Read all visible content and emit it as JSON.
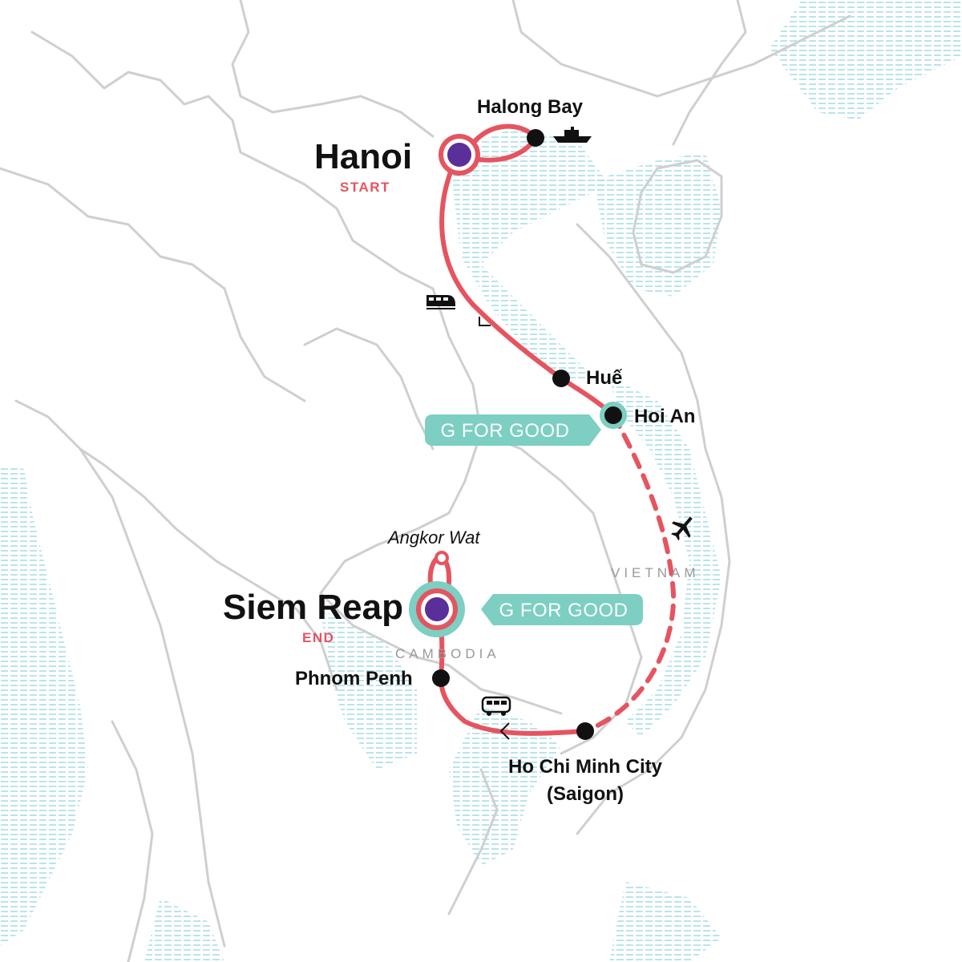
{
  "colors": {
    "route": "#e5545f",
    "teal": "#7ccfc2",
    "start_dot": "#5b2f9a",
    "border": "#cfcfcf",
    "water_hatch": "#a9dde6"
  },
  "start": {
    "name": "Hanoi",
    "tag": "START"
  },
  "end": {
    "name": "Siem Reap",
    "tag": "END"
  },
  "stops": {
    "halong": "Halong Bay",
    "hue": "Huế",
    "hoian": "Hoi An",
    "phnompenh": "Phnom Penh",
    "hcmc_line1": "Ho Chi Minh City",
    "hcmc_line2": "(Saigon)",
    "angkor": "Angkor Wat"
  },
  "countries": {
    "vietnam": "VIETNAM",
    "cambodia": "CAMBODIA"
  },
  "badges": {
    "hoian": "G FOR GOOD",
    "siemreap": "G FOR GOOD"
  },
  "icons": [
    "boat-icon",
    "train-icon",
    "plane-icon",
    "bus-icon"
  ]
}
